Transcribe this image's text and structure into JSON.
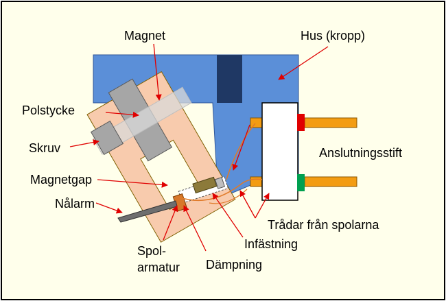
{
  "labels": {
    "magnet": "Magnet",
    "hus": "Hus (kropp)",
    "polstycke": "Polstycke",
    "skruv": "Skruv",
    "anslutningsstift": "Anslutningsstift",
    "magnetgap": "Magnetgap",
    "nalarm": "Nålarm",
    "tradar": "Trådar från spolarna",
    "infastning": "Infästning",
    "spol_line1": "Spol-",
    "spol_line2": "armatur",
    "dampning": "Dämpning"
  },
  "colors": {
    "background": "#FFFFEB",
    "body_blue": "#5B8FD8",
    "slot_dark": "#1F3864",
    "pole_piece": "#F8CBAD",
    "magnet_gray": "#A6A6A6",
    "screw_gray": "#A6A6A6",
    "pin_orange": "#F39C12",
    "pin_red": "#E00000",
    "pin_green": "#00A050",
    "arrow_red": "#E00000",
    "damper_olive": "#8C7A3A",
    "armature_orange": "#D7782A",
    "stylus_gray": "#6E6E6E"
  }
}
